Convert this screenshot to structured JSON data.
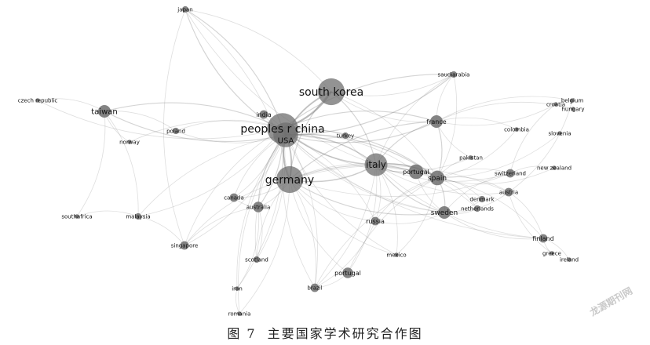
{
  "caption": {
    "figure_number": "图 7",
    "title": "主要国家学术研究合作图"
  },
  "watermark": "龙源期刊网",
  "colors": {
    "edge": "#7a7a7a",
    "node": "#6f6f6f",
    "label": "#111111"
  },
  "network": {
    "nodes": [
      {
        "id": "japan",
        "label": "japan",
        "weight": 2
      },
      {
        "id": "czech",
        "label": "czech republic",
        "weight": 1
      },
      {
        "id": "taiwan",
        "label": "taiwan",
        "weight": 5
      },
      {
        "id": "poland",
        "label": "poland",
        "weight": 2
      },
      {
        "id": "norway",
        "label": "norway",
        "weight": 1
      },
      {
        "id": "southafrica",
        "label": "southafrica",
        "weight": 1
      },
      {
        "id": "malaysia",
        "label": "malaysia",
        "weight": 2
      },
      {
        "id": "singapore",
        "label": "singapore",
        "weight": 3
      },
      {
        "id": "india",
        "label": "india",
        "weight": 3
      },
      {
        "id": "southkorea",
        "label": "south korea",
        "weight": 12
      },
      {
        "id": "china",
        "label": "peoples r china",
        "weight": 14
      },
      {
        "id": "usa",
        "label": "USA",
        "weight": 11
      },
      {
        "id": "germany",
        "label": "germany",
        "weight": 12
      },
      {
        "id": "canada",
        "label": "canada",
        "weight": 3
      },
      {
        "id": "australia",
        "label": "australia",
        "weight": 4
      },
      {
        "id": "scotland",
        "label": "scotland",
        "weight": 2
      },
      {
        "id": "iran",
        "label": "iran",
        "weight": 1
      },
      {
        "id": "romania",
        "label": "romania",
        "weight": 1
      },
      {
        "id": "brazil",
        "label": "brazil",
        "weight": 3
      },
      {
        "id": "portugal",
        "label": "portugal",
        "weight": 4
      },
      {
        "id": "mexico",
        "label": "mexico",
        "weight": 1
      },
      {
        "id": "russia",
        "label": "russia",
        "weight": 3
      },
      {
        "id": "turkey",
        "label": "turkey",
        "weight": 2
      },
      {
        "id": "italy",
        "label": "italy",
        "weight": 10
      },
      {
        "id": "portugal2",
        "label": "portugal",
        "weight": 6
      },
      {
        "id": "spain",
        "label": "spain",
        "weight": 6
      },
      {
        "id": "sweden",
        "label": "sweden",
        "weight": 5
      },
      {
        "id": "france",
        "label": "france",
        "weight": 5
      },
      {
        "id": "saudiarabia",
        "label": "saudiarabia",
        "weight": 2
      },
      {
        "id": "pakistan",
        "label": "pakistan",
        "weight": 1
      },
      {
        "id": "denmark",
        "label": "denmark",
        "weight": 2
      },
      {
        "id": "netherlands",
        "label": "netherlands",
        "weight": 2
      },
      {
        "id": "switzerland",
        "label": "switzerland",
        "weight": 3
      },
      {
        "id": "austria",
        "label": "austria",
        "weight": 3
      },
      {
        "id": "newzealand",
        "label": "new zealand",
        "weight": 1
      },
      {
        "id": "colombia",
        "label": "colombia",
        "weight": 1
      },
      {
        "id": "croatia",
        "label": "croatia",
        "weight": 1
      },
      {
        "id": "belgium",
        "label": "belgium",
        "weight": 1
      },
      {
        "id": "hungary",
        "label": "hungary",
        "weight": 1
      },
      {
        "id": "slovenia",
        "label": "slovenia",
        "weight": 1
      },
      {
        "id": "finland",
        "label": "finland",
        "weight": 3
      },
      {
        "id": "greece",
        "label": "greece",
        "weight": 1
      },
      {
        "id": "ireland",
        "label": "ireland",
        "weight": 1
      }
    ],
    "edges": [
      [
        "china",
        "usa",
        6
      ],
      [
        "china",
        "southkorea",
        5
      ],
      [
        "china",
        "germany",
        4
      ],
      [
        "usa",
        "germany",
        4
      ],
      [
        "usa",
        "southkorea",
        4
      ],
      [
        "china",
        "italy",
        3
      ],
      [
        "usa",
        "italy",
        3
      ],
      [
        "germany",
        "italy",
        3
      ],
      [
        "italy",
        "spain",
        3
      ],
      [
        "italy",
        "portugal2",
        2
      ],
      [
        "spain",
        "sweden",
        2
      ],
      [
        "china",
        "taiwan",
        2
      ],
      [
        "usa",
        "taiwan",
        2
      ],
      [
        "china",
        "japan",
        2
      ],
      [
        "usa",
        "japan",
        2
      ],
      [
        "southkorea",
        "japan",
        1
      ],
      [
        "southkorea",
        "italy",
        2
      ],
      [
        "southkorea",
        "germany",
        2
      ],
      [
        "china",
        "india",
        1
      ],
      [
        "usa",
        "india",
        1
      ],
      [
        "china",
        "france",
        2
      ],
      [
        "usa",
        "france",
        2
      ],
      [
        "italy",
        "france",
        2
      ],
      [
        "spain",
        "france",
        2
      ],
      [
        "germany",
        "spain",
        2
      ],
      [
        "germany",
        "sweden",
        2
      ],
      [
        "usa",
        "spain",
        2
      ],
      [
        "usa",
        "sweden",
        1
      ],
      [
        "china",
        "canada",
        1
      ],
      [
        "usa",
        "canada",
        1
      ],
      [
        "china",
        "australia",
        2
      ],
      [
        "usa",
        "australia",
        2
      ],
      [
        "germany",
        "australia",
        1
      ],
      [
        "china",
        "singapore",
        1
      ],
      [
        "usa",
        "singapore",
        1
      ],
      [
        "germany",
        "singapore",
        1
      ],
      [
        "china",
        "malaysia",
        1
      ],
      [
        "usa",
        "malaysia",
        1
      ],
      [
        "taiwan",
        "malaysia",
        1
      ],
      [
        "taiwan",
        "norway",
        1
      ],
      [
        "taiwan",
        "poland",
        1
      ],
      [
        "taiwan",
        "czech",
        1
      ],
      [
        "china",
        "czech",
        1
      ],
      [
        "china",
        "poland",
        1
      ],
      [
        "usa",
        "poland",
        1
      ],
      [
        "china",
        "norway",
        1
      ],
      [
        "taiwan",
        "southafrica",
        1
      ],
      [
        "malaysia",
        "southafrica",
        1
      ],
      [
        "usa",
        "turkey",
        1
      ],
      [
        "china",
        "turkey",
        1
      ],
      [
        "italy",
        "turkey",
        1
      ],
      [
        "usa",
        "saudiarabia",
        2
      ],
      [
        "china",
        "saudiarabia",
        2
      ],
      [
        "southkorea",
        "saudiarabia",
        1
      ],
      [
        "italy",
        "saudiarabia",
        1
      ],
      [
        "spain",
        "saudiarabia",
        1
      ],
      [
        "france",
        "saudiarabia",
        1
      ],
      [
        "italy",
        "sweden",
        2
      ],
      [
        "italy",
        "russia",
        1
      ],
      [
        "germany",
        "russia",
        1
      ],
      [
        "usa",
        "russia",
        1
      ],
      [
        "spain",
        "russia",
        1
      ],
      [
        "sweden",
        "russia",
        1
      ],
      [
        "italy",
        "switzerland",
        1
      ],
      [
        "spain",
        "switzerland",
        1
      ],
      [
        "germany",
        "switzerland",
        1
      ],
      [
        "spain",
        "austria",
        1
      ],
      [
        "italy",
        "austria",
        1
      ],
      [
        "germany",
        "austria",
        1
      ],
      [
        "sweden",
        "finland",
        1
      ],
      [
        "spain",
        "finland",
        1
      ],
      [
        "italy",
        "finland",
        1
      ],
      [
        "austria",
        "finland",
        1
      ],
      [
        "finland",
        "greece",
        1
      ],
      [
        "finland",
        "ireland",
        1
      ],
      [
        "austria",
        "greece",
        1
      ],
      [
        "spain",
        "denmark",
        1
      ],
      [
        "sweden",
        "denmark",
        1
      ],
      [
        "spain",
        "netherlands",
        1
      ],
      [
        "sweden",
        "netherlands",
        1
      ],
      [
        "italy",
        "netherlands",
        1
      ],
      [
        "italy",
        "pakistan",
        1
      ],
      [
        "spain",
        "pakistan",
        1
      ],
      [
        "france",
        "pakistan",
        1
      ],
      [
        "switzerland",
        "newzealand",
        1
      ],
      [
        "spain",
        "newzealand",
        1
      ],
      [
        "france",
        "colombia",
        1
      ],
      [
        "spain",
        "colombia",
        1
      ],
      [
        "france",
        "belgium",
        1
      ],
      [
        "france",
        "croatia",
        1
      ],
      [
        "france",
        "hungary",
        1
      ],
      [
        "spain",
        "slovenia",
        1
      ],
      [
        "switzerland",
        "croatia",
        1
      ],
      [
        "austria",
        "belgium",
        1
      ],
      [
        "germany",
        "brazil",
        1
      ],
      [
        "usa",
        "brazil",
        1
      ],
      [
        "italy",
        "brazil",
        1
      ],
      [
        "spain",
        "brazil",
        1
      ],
      [
        "china",
        "brazil",
        1
      ],
      [
        "brazil",
        "portugal",
        1
      ],
      [
        "portugal",
        "spain",
        1
      ],
      [
        "portugal",
        "italy",
        1
      ],
      [
        "portugal",
        "germany",
        1
      ],
      [
        "germany",
        "mexico",
        1
      ],
      [
        "spain",
        "mexico",
        1
      ],
      [
        "usa",
        "mexico",
        1
      ],
      [
        "italy",
        "mexico",
        1
      ],
      [
        "usa",
        "scotland",
        1
      ],
      [
        "china",
        "scotland",
        1
      ],
      [
        "germany",
        "scotland",
        1
      ],
      [
        "australia",
        "scotland",
        1
      ],
      [
        "usa",
        "iran",
        1
      ],
      [
        "australia",
        "iran",
        1
      ],
      [
        "iran",
        "romania",
        1
      ],
      [
        "germany",
        "romania",
        1
      ],
      [
        "usa",
        "romania",
        1
      ],
      [
        "china",
        "iran",
        1
      ],
      [
        "canada",
        "australia",
        1
      ],
      [
        "germany",
        "canada",
        1
      ],
      [
        "singapore",
        "malaysia",
        1
      ],
      [
        "singapore",
        "australia",
        1
      ],
      [
        "japan",
        "italy",
        1
      ],
      [
        "japan",
        "germany",
        1
      ],
      [
        "japan",
        "singapore",
        1
      ],
      [
        "southkorea",
        "spain",
        1
      ],
      [
        "southkorea",
        "france",
        1
      ],
      [
        "germany",
        "france",
        2
      ],
      [
        "sweden",
        "austria",
        1
      ],
      [
        "sweden",
        "switzerland",
        1
      ],
      [
        "spain",
        "italy",
        2
      ],
      [
        "portugal2",
        "spain",
        2
      ],
      [
        "portugal2",
        "sweden",
        1
      ],
      [
        "usa",
        "portugal2",
        1
      ],
      [
        "china",
        "portugal2",
        1
      ],
      [
        "germany",
        "portugal2",
        1
      ],
      [
        "usa",
        "finland",
        1
      ],
      [
        "china",
        "spain",
        2
      ],
      [
        "china",
        "sweden",
        1
      ],
      [
        "russia",
        "brazil",
        1
      ]
    ]
  }
}
